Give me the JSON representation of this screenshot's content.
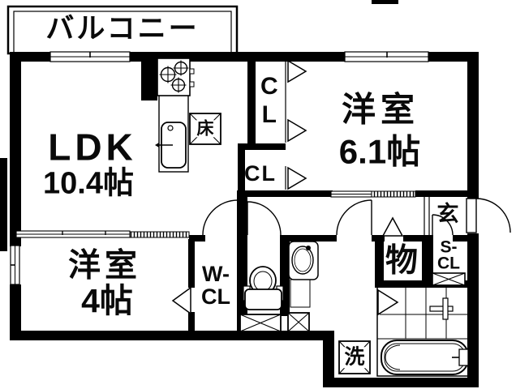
{
  "floorplan": {
    "balcony": {
      "label": "バルコニー"
    },
    "rooms": {
      "ldk": {
        "name": "LDK",
        "size": "10.4帖"
      },
      "western_room_6_1": {
        "name": "洋室",
        "size": "6.1帖"
      },
      "western_room_4": {
        "name": "洋室",
        "size": "4帖"
      }
    },
    "closets": {
      "upper_cl": "CL",
      "lower_cl": "CL",
      "walk_in_closet": {
        "line1": "W-",
        "line2": "CL"
      },
      "shoe_closet": {
        "line1": "S-",
        "line2": "CL"
      }
    },
    "marks": {
      "entrance": "玄",
      "storage": "物",
      "floor_storage": "床",
      "laundry": "洗"
    },
    "colors": {
      "wall": "#000000",
      "background": "#ffffff"
    }
  }
}
